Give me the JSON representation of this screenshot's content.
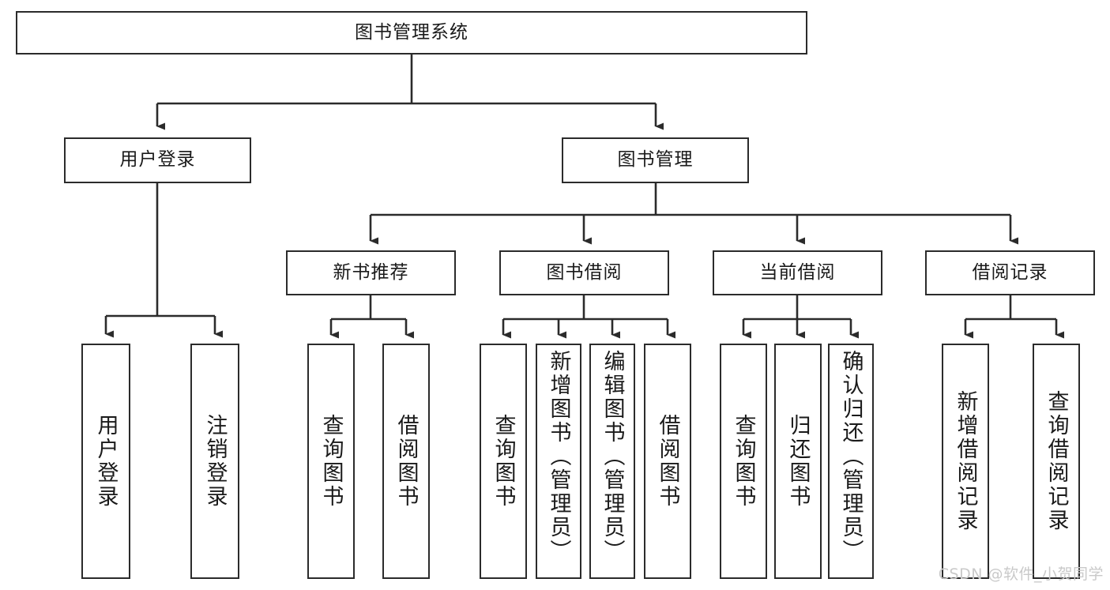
{
  "diagram": {
    "title": "图书管理系统",
    "type": "tree-hierarchy-diagram",
    "root": {
      "id": "root",
      "label": "图书管理系统"
    },
    "level2": [
      {
        "id": "login",
        "label": "用户登录"
      },
      {
        "id": "bookmgmt",
        "label": "图书管理"
      }
    ],
    "level3": [
      {
        "id": "newbook",
        "label": "新书推荐",
        "parent": "bookmgmt"
      },
      {
        "id": "borrow",
        "label": "图书借阅",
        "parent": "bookmgmt"
      },
      {
        "id": "current",
        "label": "当前借阅",
        "parent": "bookmgmt"
      },
      {
        "id": "records",
        "label": "借阅记录",
        "parent": "bookmgmt"
      }
    ],
    "leaves": [
      {
        "id": "leaf-user-login",
        "label": "用户登录",
        "parent": "login"
      },
      {
        "id": "leaf-logout",
        "label": "注销登录",
        "parent": "login"
      },
      {
        "id": "leaf-query-book-1",
        "label": "查询图书",
        "parent": "newbook"
      },
      {
        "id": "leaf-borrow-book-1",
        "label": "借阅图书",
        "parent": "newbook"
      },
      {
        "id": "leaf-query-book-2",
        "label": "查询图书",
        "parent": "borrow"
      },
      {
        "id": "leaf-add-book",
        "label": "新增图书（管理员）",
        "parent": "borrow"
      },
      {
        "id": "leaf-edit-book",
        "label": "编辑图书（管理员）",
        "parent": "borrow"
      },
      {
        "id": "leaf-borrow-book-2",
        "label": "借阅图书",
        "parent": "borrow"
      },
      {
        "id": "leaf-query-book-3",
        "label": "查询图书",
        "parent": "current"
      },
      {
        "id": "leaf-return-book",
        "label": "归还图书",
        "parent": "current"
      },
      {
        "id": "leaf-confirm-return",
        "label": "确认归还（管理员）",
        "parent": "current"
      },
      {
        "id": "leaf-add-record",
        "label": "新增借阅记录",
        "parent": "records"
      },
      {
        "id": "leaf-query-record",
        "label": "查询借阅记录",
        "parent": "records"
      }
    ],
    "watermark": "CSDN @软件_小贺同学",
    "colors": {
      "stroke": "#2b2b2b",
      "fill": "#ffffff",
      "text": "#1a1a1a",
      "watermark": "#c9c9c9"
    }
  }
}
